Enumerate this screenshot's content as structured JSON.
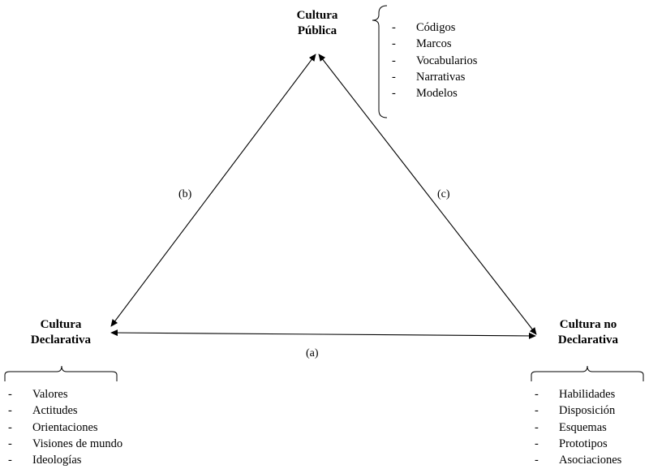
{
  "nodes": {
    "publica": {
      "title_line1": "Cultura",
      "title_line2": "Pública",
      "items": [
        "Códigos",
        "Marcos",
        "Vocabularios",
        "Narrativas",
        "Modelos"
      ]
    },
    "declarativa": {
      "title_line1": "Cultura",
      "title_line2": "Declarativa",
      "items": [
        "Valores",
        "Actitudes",
        "Orientaciones",
        "Visiones de mundo",
        "Ideologías"
      ]
    },
    "no_declarativa": {
      "title_line1": "Cultura no",
      "title_line2": "Declarativa",
      "items": [
        "Habilidades",
        "Disposición",
        "Esquemas",
        "Prototipos",
        "Asociaciones"
      ]
    }
  },
  "edges": {
    "a": "(a)",
    "b": "(b)",
    "c": "(c)"
  },
  "list_marker": "-",
  "colors": {
    "line": "#000000",
    "background": "#ffffff"
  }
}
